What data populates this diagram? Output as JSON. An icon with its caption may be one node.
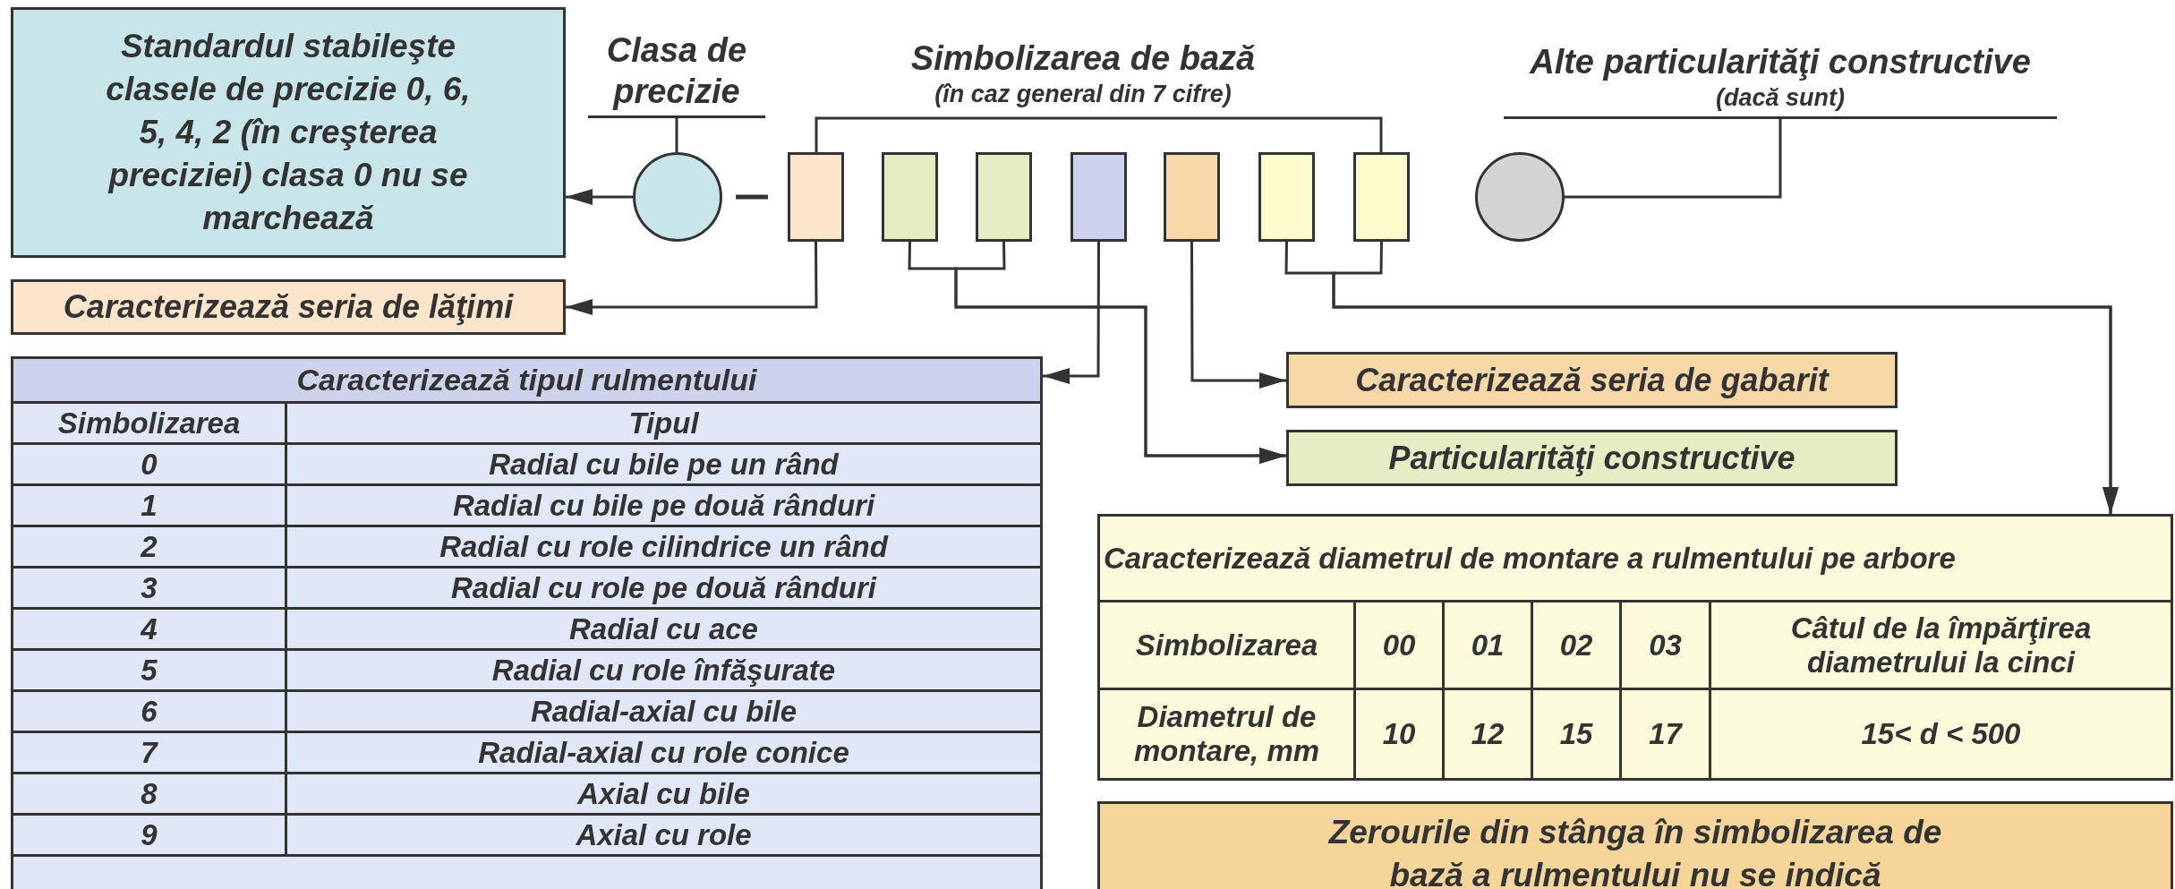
{
  "diagram": {
    "nodes": [
      {
        "text": [
          "Standardul stabileşte clasele de precizie 0, 6, 5, 4, 2 (în creşterea preciziei) clasa 0 nu se marchează"
        ]
      },
      {
        "text": [
          "Clasa de precizie"
        ]
      },
      {
        "text": [],
        "shape": "circle"
      },
      {
        "text": [],
        "shape": "box"
      },
      {
        "text": [],
        "shape": "box"
      },
      {
        "text": [],
        "shape": "box"
      },
      {
        "text": [],
        "shape": "box"
      },
      {
        "text": [],
        "shape": "box"
      },
      {
        "text": [],
        "shape": "box"
      },
      {
        "text": [],
        "shape": "box"
      },
      {
        "text": [
          "Alte particularităţi constructive",
          "(dacă sunt)"
        ]
      },
      {
        "text": [],
        "shape": "circle"
      },
      {
        "text": [
          "Caracterizează seria de lăţimi"
        ]
      },
      {
        "text": [
          "Caracterizează tipul rulmentului"
        ]
      },
      {
        "text": [
          "Caracterizează seria de gabarit"
        ]
      },
      {
        "text": [
          "Particularităţi constructive"
        ]
      },
      {
        "text": [
          "Caracterizează diametrul de montare a rulmentului pe arbore"
        ]
      },
      {
        "text": [
          "Zerourile din stânga în simbolizarea de bază a rulmentului nu se indică"
        ]
      }
    ],
    "edges": [
      {
        "from": 2,
        "to": 0,
        "arrow": "to"
      },
      {
        "from": 1,
        "to": 2,
        "arrow": "none"
      },
      {
        "from": 10,
        "to": 11,
        "arrow": "none"
      },
      {
        "from": 3,
        "to": 12,
        "arrow": "to"
      },
      {
        "from": 4,
        "to": 15,
        "arrow": "to"
      },
      {
        "from": 5,
        "to": 15,
        "arrow": "to"
      },
      {
        "from": 6,
        "to": 13,
        "arrow": "to"
      },
      {
        "from": 7,
        "to": 14,
        "arrow": "to"
      },
      {
        "from": 8,
        "to": 16,
        "arrow": "to"
      },
      {
        "from": 9,
        "to": 16,
        "arrow": "to"
      }
    ],
    "labels": [
      "Simbolizarea de bază",
      "(în caz general din 7 cifre)",
      "Simbolizarea",
      "Tipul",
      "0",
      "Radial cu bile pe un rând",
      "1",
      "Radial cu bile pe două rânduri",
      "2",
      "Radial cu role cilindrice un rând",
      "3",
      "Radial cu role pe două rânduri",
      "4",
      "Radial cu ace",
      "5",
      "Radial cu role înfăşurate",
      "6",
      "Radial-axial cu bile",
      "7",
      "Radial-axial cu role conice",
      "8",
      "Axial cu bile",
      "9",
      "Axial cu role",
      "Simbolizarea",
      "00",
      "01",
      "02",
      "03",
      "Câtul de la împărţirea diametrului la cinci",
      "Diametrul de montare, mm",
      "10",
      "12",
      "15",
      "17",
      "15< d < 500"
    ]
  }
}
